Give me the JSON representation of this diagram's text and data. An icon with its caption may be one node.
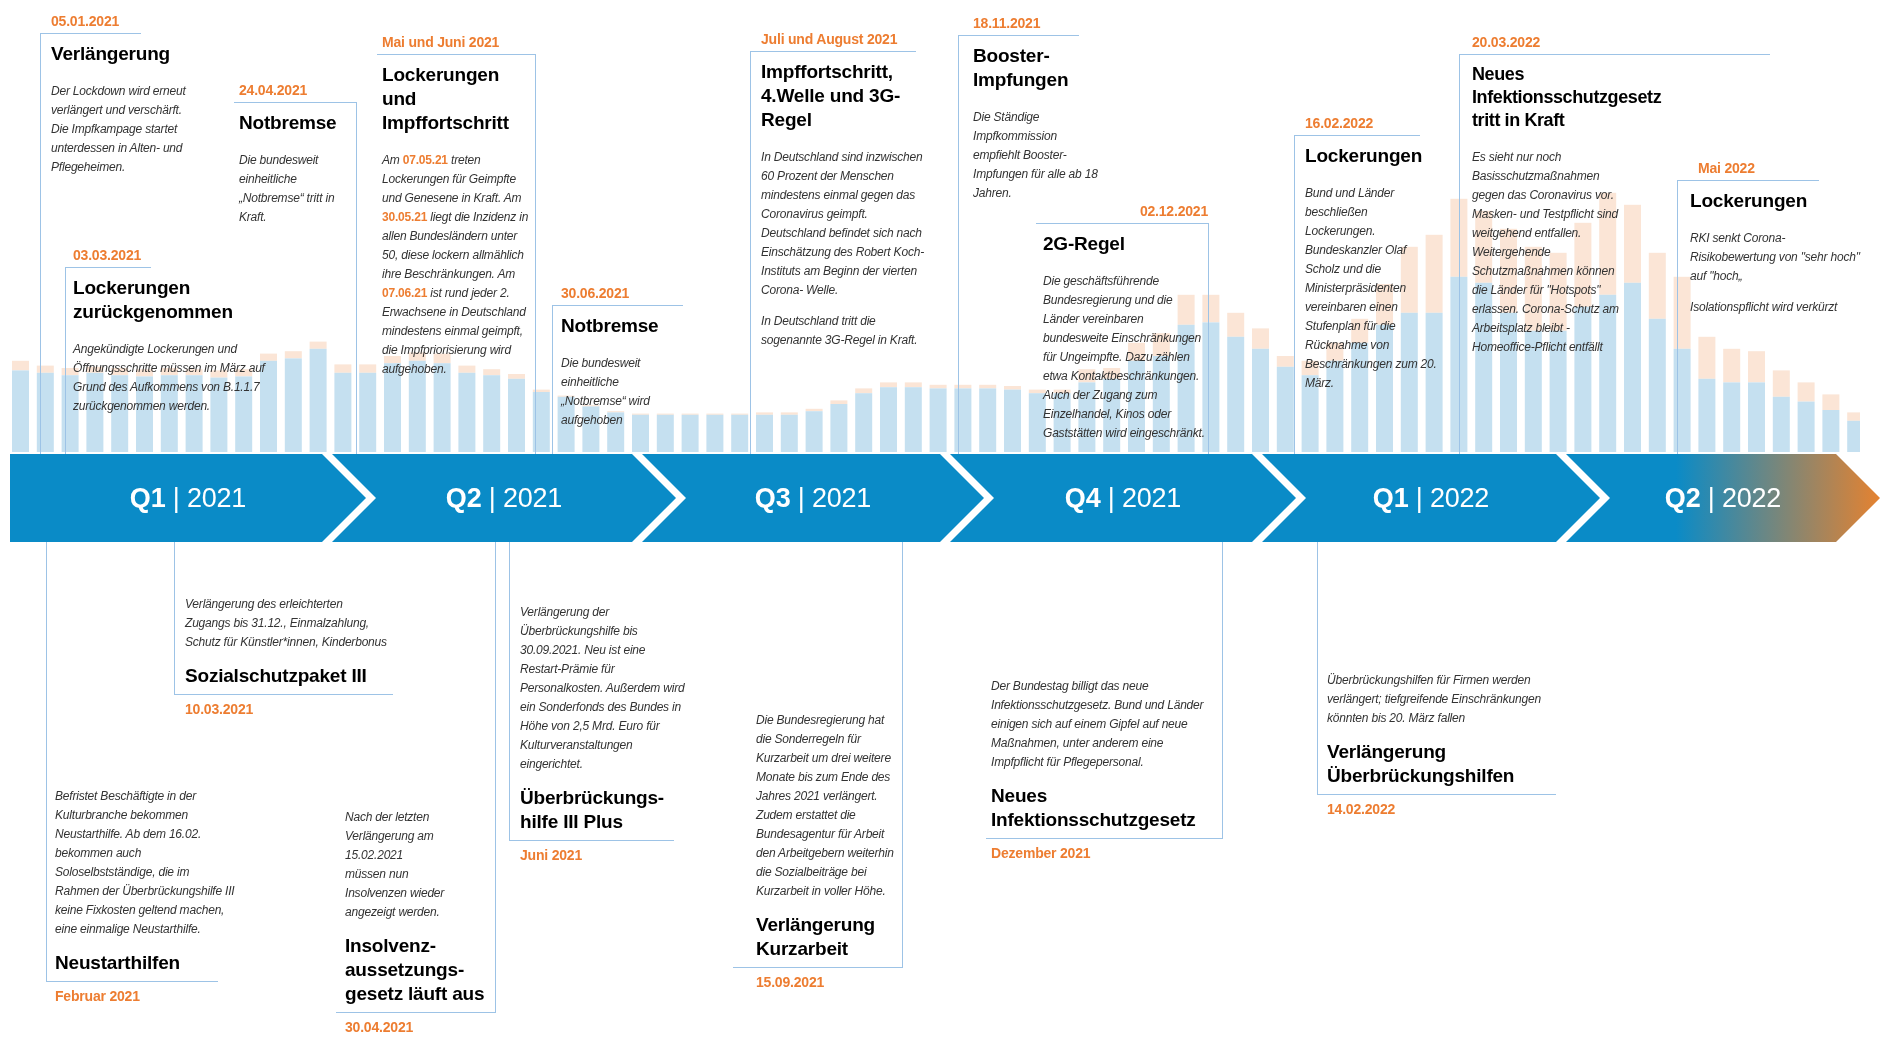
{
  "diagram": {
    "nodes": [
      {
        "text": [
          "05.01.2021",
          "Verlängerung",
          "Der Lockdown wird erneut verlängert und verschärft. Die Impfkampage startet unterdessen in Alten- und Pflegeheimen."
        ]
      },
      {
        "text": [
          "03.03.2021",
          "Lockerungen zurückgenommen",
          "Angekündigte Lockerungen und Öffnungsschritte müssen im März auf Grund des Aufkommens von B.1.1.7 zurückgenommen werden."
        ]
      },
      {
        "text": [
          "24.04.2021",
          "Notbremse",
          "Die bundesweit einheitliche „Notbremse“ tritt in Kraft."
        ]
      },
      {
        "text": [
          "Mai und Juni 2021",
          "Lockerungen und Impffortschritt",
          "Am **07.05.21** treten Lockerungen für Geimpfte und Genesene in Kraft. Am **30.05.21** liegt die Inzidenz in allen Bundesländern unter 50, diese lockern allmählich ihre Beschränkungen. Am **07.06.21** ist rund jeder 2. Erwachsene in Deutschland mindestens einmal geimpft, die Impfpriorisierung wird aufgehoben."
        ]
      },
      {
        "text": [
          "30.06.2021",
          "Notbremse",
          "Die bundesweit einheitliche „Notbremse“ wird aufgehoben"
        ]
      },
      {
        "text": [
          "Juli und August 2021",
          "Impffortschritt, 4.Welle und 3G- Regel",
          "In Deutschland sind inzwischen 60 Prozent der Menschen mindestens einmal gegen das Coronavirus geimpft. Deutschland befindet sich nach Einschätzung des Robert Koch-Instituts am Beginn der vierten Corona- Welle.",
          "In Deutschland tritt die sogenannte 3G-Regel in Kraft."
        ]
      },
      {
        "text": [
          "18.11.2021",
          "Booster- Impfungen",
          "Die Ständige Impfkommission empfiehlt Booster- Impfungen für alle ab 18 Jahren."
        ]
      },
      {
        "text": [
          "02.12.2021",
          "2G-Regel",
          "Die geschäftsführende Bundesregierung und die Länder vereinbaren bundesweite Einschränkungen für Ungeimpfte. Dazu zählen etwa Kontaktbeschränkungen. Auch der Zugang zum Einzelhandel, Kinos oder Gaststätten wird eingeschränkt."
        ]
      },
      {
        "text": [
          "16.02.2022",
          "Lockerungen",
          "Bund und Länder beschließen Lockerungen. Bundeskanzler Olaf Scholz und die Ministerpräsidenten vereinbaren einen Stufenplan für die Rücknahme von Beschränkungen zum 20. März."
        ]
      },
      {
        "text": [
          "20.03.2022",
          "Neues Infektionsschutzgesetz tritt in Kraft",
          "Es sieht nur noch Basisschutzmaßnahmen gegen das Coronavirus vor. Masken- und Testpflicht sind weitgehend entfallen. Weitergehende Schutzmaßnahmen können die Länder für \"Hotspots\" erlassen. Corona-Schutz am Arbeitsplatz bleibt - Homeoffice-Pflicht entfällt"
        ]
      },
      {
        "text": [
          "Mai 2022",
          "Lockerungen",
          "RKI senkt Corona- Risikobewertung von \"sehr hoch\" auf \"hoch„",
          "Isolationspflicht wird verkürzt"
        ]
      },
      {
        "text": [
          "**Q1** | 2021"
        ]
      },
      {
        "text": [
          "**Q2** | 2021"
        ]
      },
      {
        "text": [
          "**Q3** | 2021"
        ]
      },
      {
        "text": [
          "**Q4** | 2021"
        ]
      },
      {
        "text": [
          "**Q1** | 2022"
        ]
      },
      {
        "text": [
          "**Q2** | 2022"
        ]
      },
      {
        "text": [
          "Befristet Beschäftigte in der Kulturbranche bekommen Neustarthilfe. Ab dem 16.02. bekommen auch Soloselbstständige, die im Rahmen der Überbrückungshilfe III keine Fixkosten geltend machen, eine einmalige Neustarthilfe.",
          "Neustarthilfen",
          "Februar 2021"
        ]
      },
      {
        "text": [
          "Verlängerung des erleichterten Zugangs bis 31.12., Einmalzahlung, Schutz für Künstler*innen, Kinderbonus",
          "Sozialschutzpaket III",
          "10.03.2021"
        ]
      },
      {
        "text": [
          "Nach der letzten Verlängerung am 15.02.2021 müssen nun Insolvenzen wieder angezeigt werden.",
          "Insolvenz- aussetzungs- gesetz läuft aus",
          "30.04.2021"
        ]
      },
      {
        "text": [
          "Verlängerung der Überbrückungshilfe bis 30.09.2021. Neu ist eine Restart-Prämie für Personalkosten. Außerdem wird ein Sonderfonds des Bundes in Höhe von 2,5 Mrd. Euro für Kulturveranstaltungen eingerichtet.",
          "Überbrückungs- hilfe III Plus",
          "Juni 2021"
        ]
      },
      {
        "text": [
          "Die Bundesregierung hat die Sonderregeln für Kurzarbeit um drei weitere Monate bis zum Ende des Jahres 2021 verlängert. Zudem erstattet die Bundesagentur für Arbeit den Arbeitgebern weiterhin die Sozialbeiträge bei Kurzarbeit in voller Höhe.",
          "Verlängerung Kurzarbeit",
          "15.09.2021"
        ]
      },
      {
        "text": [
          "Der Bundestag billigt das neue Infektionsschutzgesetz. Bund und Länder einigen sich auf einem Gipfel auf neue Maßnahmen, unter anderem eine Impfpflicht für Pflegepersonal.",
          "Neues Infektionsschutzgesetz",
          "Dezember 2021"
        ]
      },
      {
        "text": [
          "Überbrückungshilfen für Firmen werden verlängert; tiefgreifende Einschränkungen könnten bis 20. März fallen",
          "Verlängerung Überbrückungshilfen",
          "14.02.2022"
        ]
      }
    ]
  }
}
